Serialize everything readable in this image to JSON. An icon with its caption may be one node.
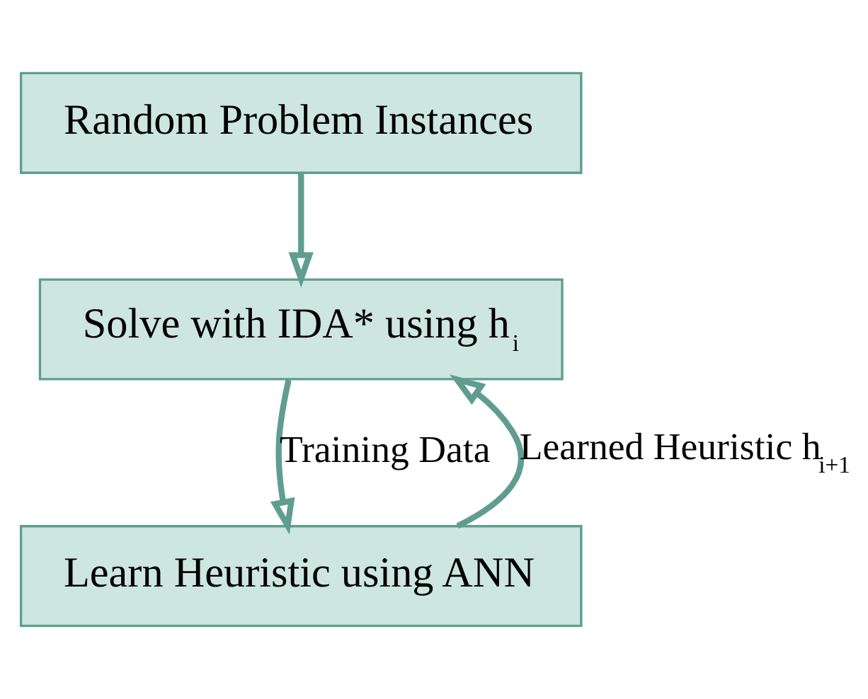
{
  "diagram": {
    "nodes": [
      {
        "text": [
          "Random Problem Instances"
        ]
      },
      {
        "text": [
          "Solve with IDA* using h$_{i}$"
        ]
      },
      {
        "text": [
          "Learn Heuristic using ANN"
        ]
      }
    ],
    "edges": [
      {
        "from": 0,
        "to": 1,
        "arrow": "to"
      },
      {
        "from": 1,
        "to": 2,
        "arrow": "to",
        "label": "Training Data"
      },
      {
        "from": 2,
        "to": 1,
        "arrow": "to",
        "label": "Learned Heuristic h$_{i+1}$"
      }
    ]
  }
}
